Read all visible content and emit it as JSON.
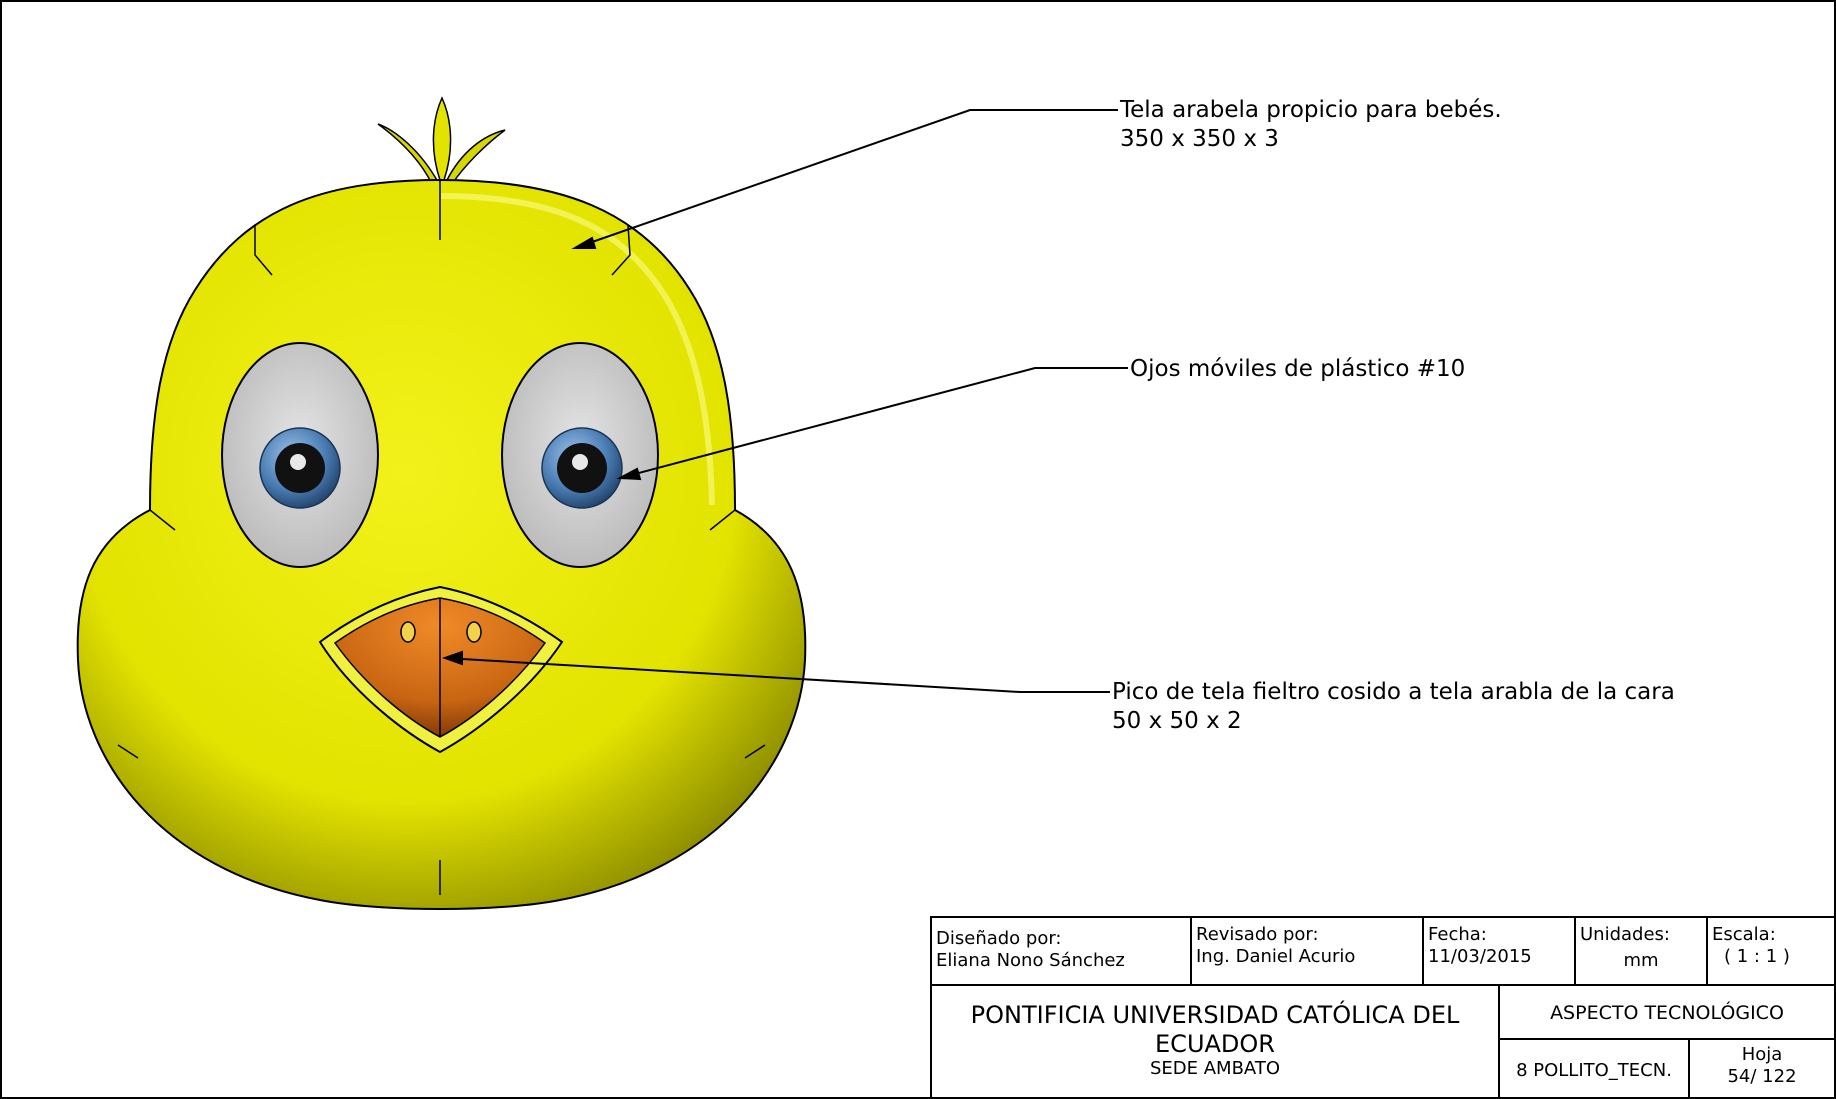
{
  "callouts": {
    "fabric_line1": "Tela arabela propicio para bebés.",
    "fabric_line2": "350 x 350 x 3",
    "eyes": "Ojos móviles de plástico #10",
    "beak_line1": "Pico de tela fieltro cosido a tela arabla de la cara",
    "beak_line2": "50 x 50 x 2"
  },
  "title_block": {
    "designed_label": "Diseñado por:",
    "designed_value": "Eliana Nono Sánchez",
    "reviewed_label": "Revisado por:",
    "reviewed_value": "Ing. Daniel Acurio",
    "date_label": "Fecha:",
    "date_value": "11/03/2015",
    "units_label": "Unidades:",
    "units_value": "mm",
    "scale_label": "Escala:",
    "scale_value": "( 1 : 1 )",
    "institution_line1": "PONTIFICIA UNIVERSIDAD CATÓLICA DEL",
    "institution_line2": "ECUADOR",
    "campus": "SEDE AMBATO",
    "aspect": "ASPECTO TECNOLÓGICO",
    "drawing_name": "8 POLLITO_TECN.",
    "sheet_label": "Hoja",
    "sheet_value": "54/ 122"
  },
  "colors": {
    "body": "#e6e600",
    "body_shadow": "#9a9a00",
    "eye_white": "#cfcfcf",
    "iris": "#4d7fb5",
    "beak": "#d9741a",
    "beak_dark": "#8a3a08"
  }
}
